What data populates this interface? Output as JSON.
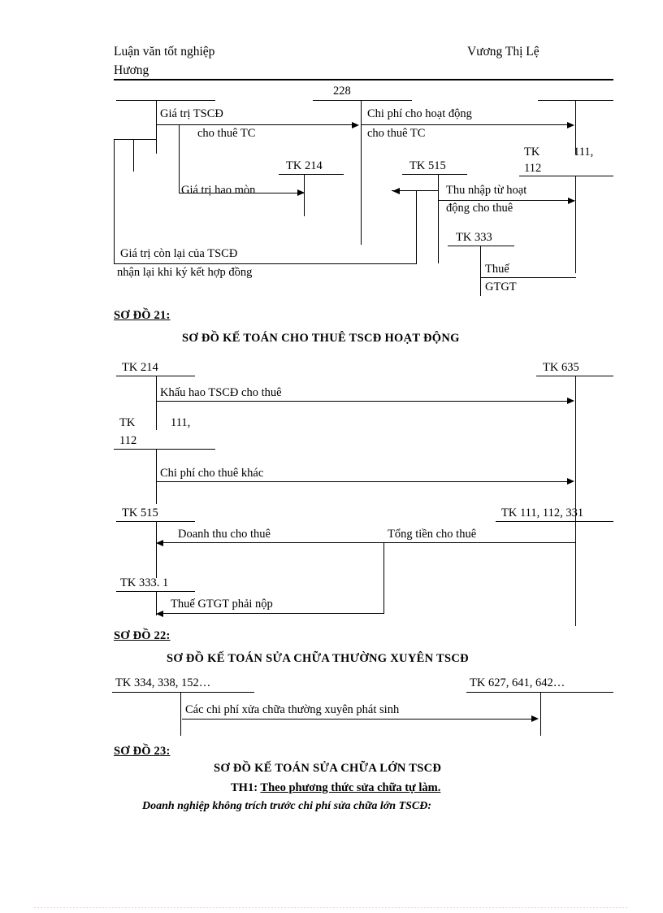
{
  "document": {
    "header": {
      "left_line1": "Luận văn tốt nghiệp",
      "left_line2": "Hương",
      "right": "Vương Thị Lệ"
    },
    "page_number": "228"
  },
  "diagram_top": {
    "accounts": {
      "tk_214": "TK 214",
      "tk_515": "TK 515",
      "tk_333": "TK 333",
      "tk_111_a": "TK",
      "tk_111_b": "111,",
      "tk_112": "112"
    },
    "flows": {
      "gia_tri_tscd": "Giá trị  TSCĐ",
      "cho_thue_tc": "cho thuê TC",
      "chi_phi_hoat_dong": "Chi phí cho hoạt động",
      "chi_phi_cho_thue_tc": "cho thuê TC",
      "gia_tri_hao_mon": "Giá trị hao mòn",
      "thu_nhap_1": "Thu nhập từ hoạt",
      "thu_nhap_2": "động cho thuê",
      "thue_gtgt_1": "Thuế",
      "thue_gtgt_2": "GTGT",
      "gia_tri_con_lai_1": "Giá trị còn lại  của TSCĐ",
      "gia_tri_con_lai_2": "nhận lại khi ký kết hợp đồng"
    }
  },
  "section_21": {
    "label": "SƠ ĐỒ 21:",
    "title": "SƠ ĐỒ KẾ TOÁN CHO THUÊ TSCĐ HOẠT ĐỘNG",
    "accounts": {
      "tk_214": "TK 214",
      "tk_635": "TK 635",
      "tk_111_a": "TK",
      "tk_111_b": "111,",
      "tk_112": "112",
      "tk_515": "TK 515",
      "tk_111_112_331": "TK 111, 112, 331",
      "tk_333_1": "TK 333. 1"
    },
    "flows": {
      "khau_hao": "Khấu hao TSCĐ cho thuê",
      "chi_phi_khac": "Chi phí cho thuê khác",
      "doanh_thu": "Doanh thu cho thuê",
      "tong_tien": "Tổng tiền  cho thuê",
      "thue_gtgt": "Thuế GTGT phải nộp"
    }
  },
  "section_22": {
    "label": "SƠ ĐỒ 22:",
    "title": "SƠ ĐỒ KẾ TOÁN SỬA CHỮA THƯỜNG XUYÊN TSCĐ",
    "accounts": {
      "left": "TK 334, 338, 152…",
      "right": "TK 627, 641, 642…"
    },
    "flows": {
      "cac_chi_phi": "Các chi phí xửa chữa thường xuyên phát sinh"
    }
  },
  "section_23": {
    "label": "SƠ ĐỒ 23:",
    "title": "SƠ ĐỒ KẾ TOÁN SỬA CHỮA LỚN TSCĐ",
    "case_prefix": "TH1: ",
    "case_underlined": "Theo phương thức sửa chữa tự làm.",
    "note": "Doanh nghiệp không trích trước chi phí sửa chữa lớn TSCĐ:"
  }
}
